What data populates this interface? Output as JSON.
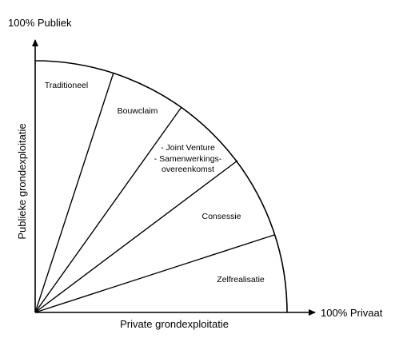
{
  "axes": {
    "x_title": "Private grondexploitatie",
    "y_title": "Publieke grondexploitatie",
    "x_end_label": "100% Privaat",
    "y_end_label": "100% Publiek"
  },
  "sectors": [
    {
      "id": "traditioneel",
      "lines": [
        "Traditioneel"
      ]
    },
    {
      "id": "bouwclaim",
      "lines": [
        "Bouwclaim"
      ]
    },
    {
      "id": "joint-venture",
      "lines": [
        "- Joint Venture",
        "- Samenwerkings-",
        "overeenkomst"
      ]
    },
    {
      "id": "concessie",
      "lines": [
        "Consessie"
      ]
    },
    {
      "id": "zelfrealisatie",
      "lines": [
        "Zelfrealisatie"
      ]
    }
  ],
  "colors": {
    "line": "#000000",
    "background": "#ffffff"
  }
}
